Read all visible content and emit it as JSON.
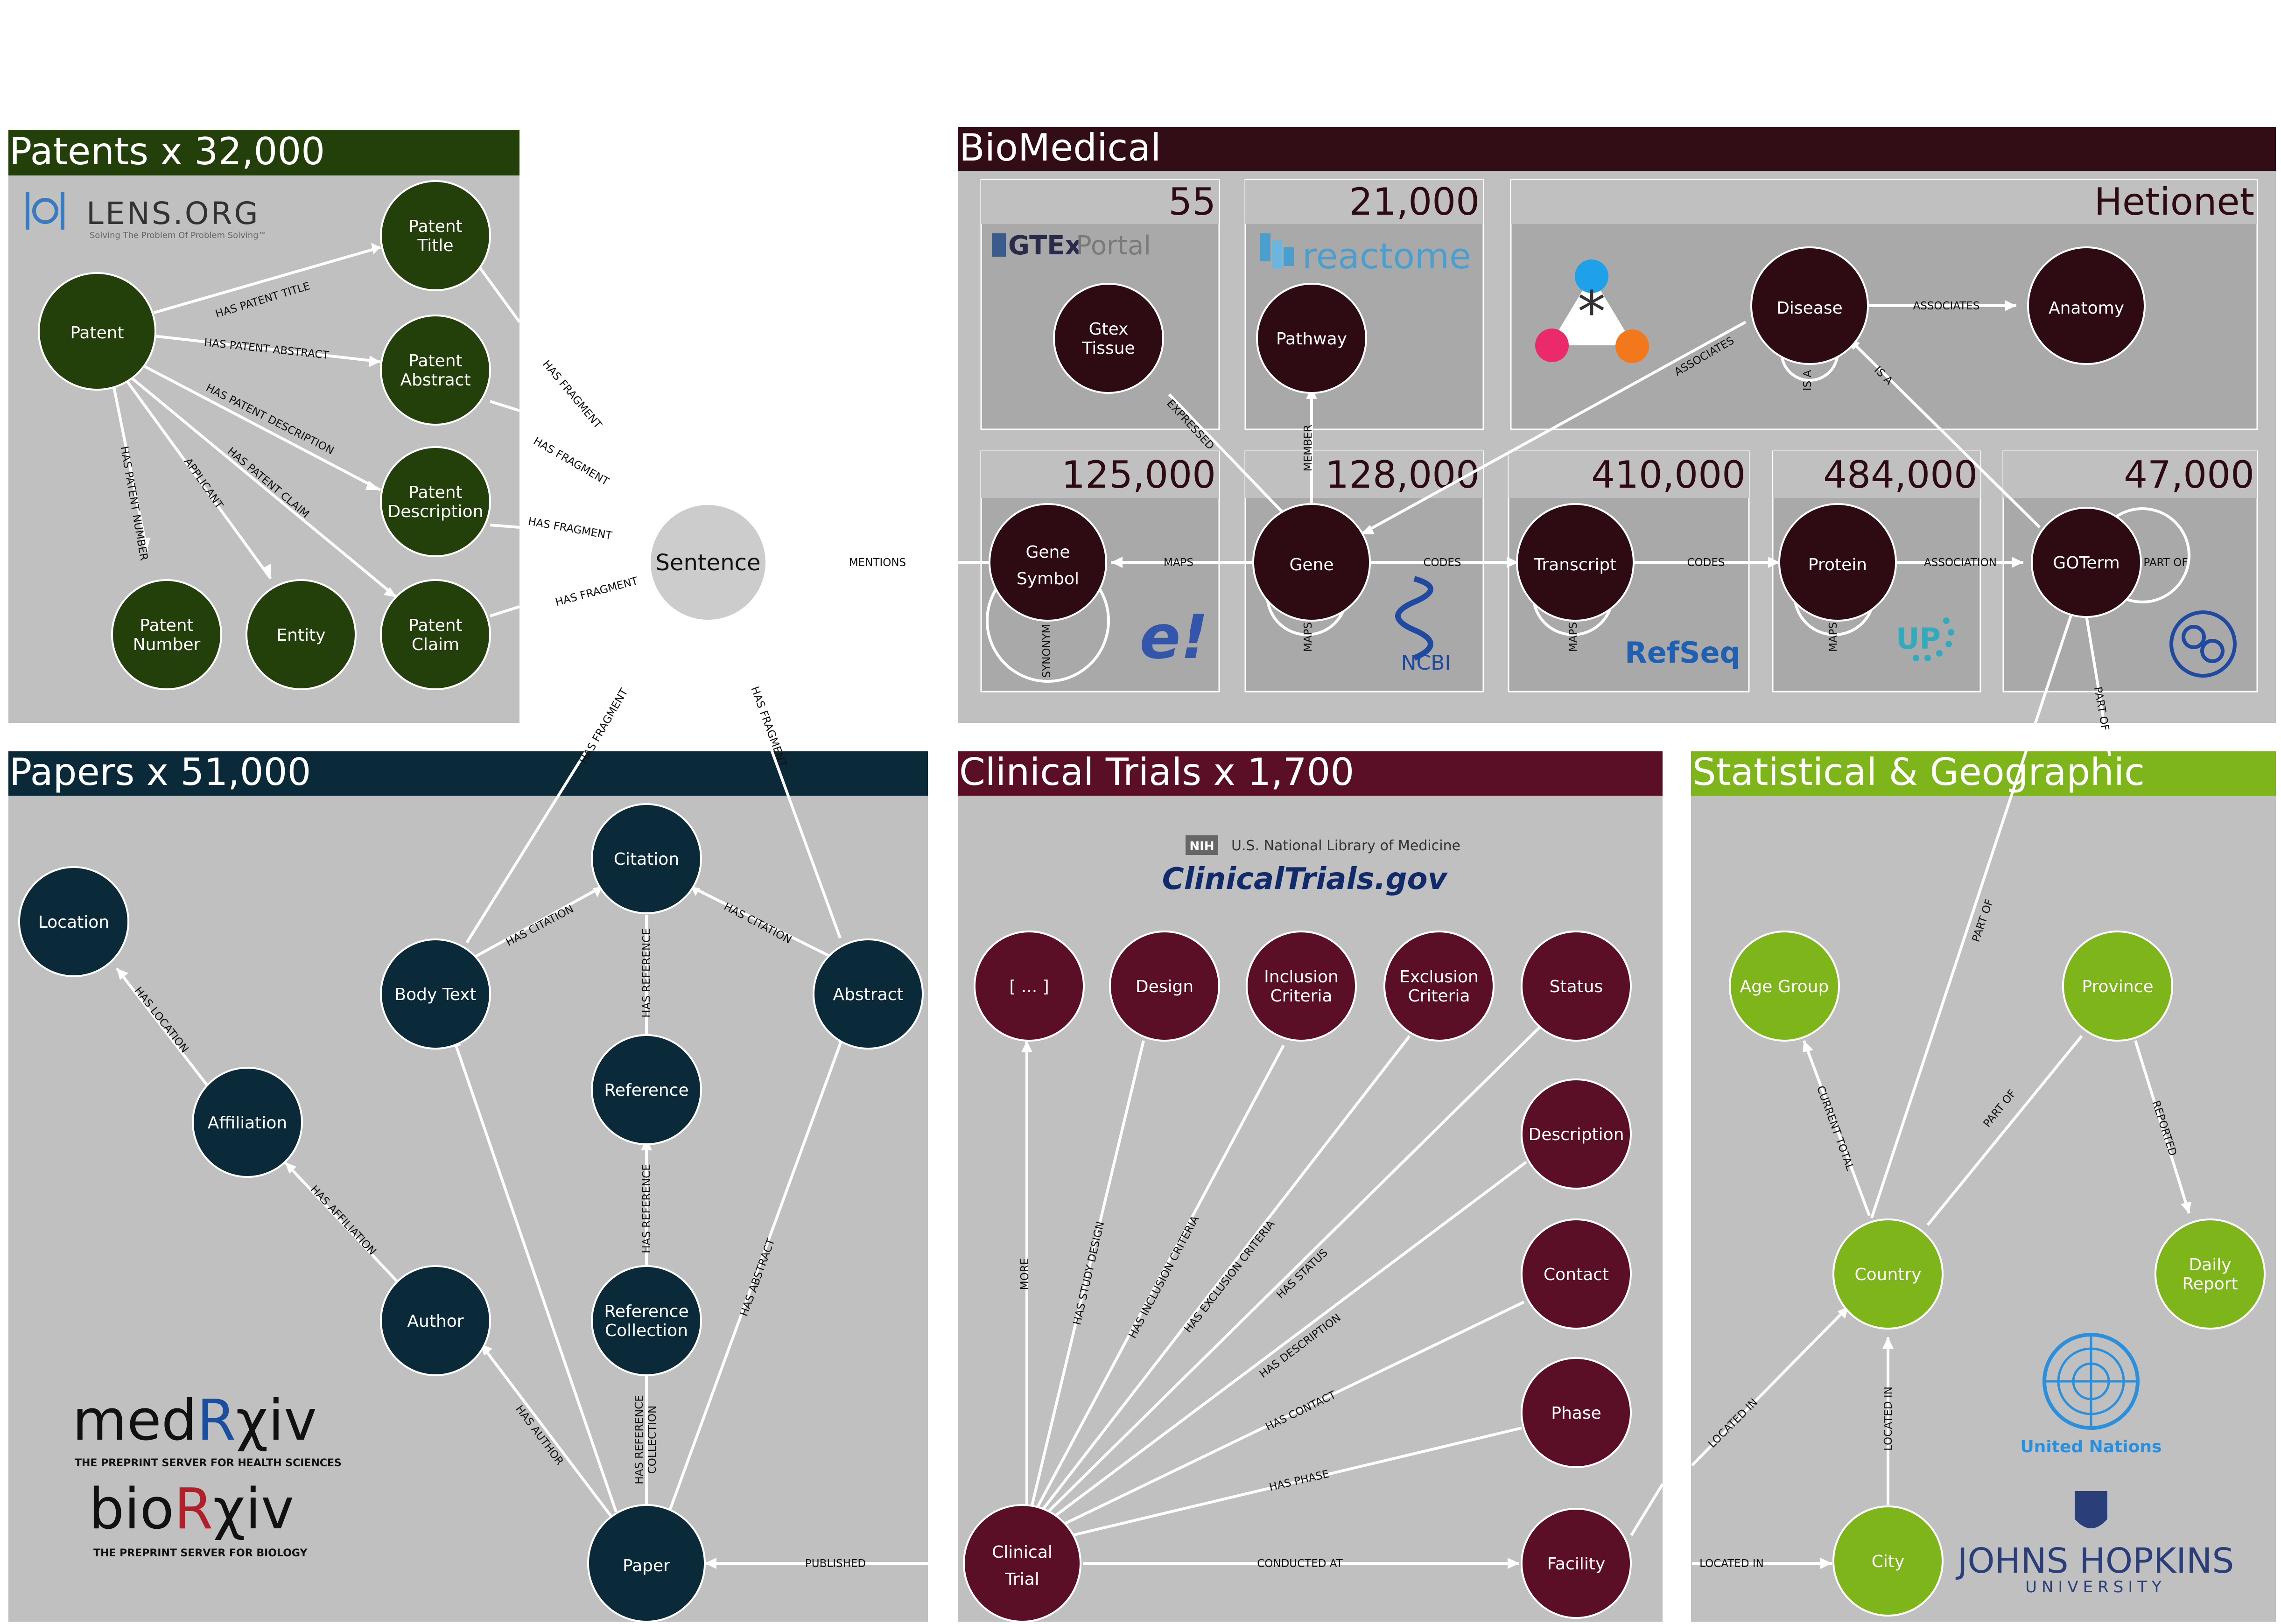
{
  "sections": {
    "patents": {
      "title": "Patents x 32,000",
      "color": "#233f0a"
    },
    "biomedical": {
      "title": "BioMedical",
      "color": "#330d16"
    },
    "papers": {
      "title": "Papers x 51,000",
      "color": "#0a2939"
    },
    "clinical": {
      "title": "Clinical Trials x 1,700",
      "color": "#5a0f27"
    },
    "stats": {
      "title": "Statistical & Geographic",
      "color": "#7db51a"
    }
  },
  "counts": {
    "gtex": "55",
    "reactome": "21,000",
    "hetionet": "Hetionet",
    "gene_symbol": "125,000",
    "gene": "128,000",
    "transcript": "410,000",
    "protein": "484,000",
    "goterm": "47,000"
  },
  "logos": {
    "lens": "LENS.ORG",
    "lens_tagline": "Solving The Problem Of Problem Solving™",
    "gtex_a": "GTEx",
    "gtex_b": "Portal",
    "reactome": "reactome",
    "ensembl": "e!",
    "ncbi": "NCBI",
    "refseq": "RefSeq",
    "uniprot": "UP",
    "nlm": "U.S. National Library of Medicine",
    "nih": "NIH",
    "clinicaltrials": "ClinicalTrials.gov",
    "medrxiv_a": "med",
    "medrxiv_b": "R",
    "medrxiv_c": "χiv",
    "medrxiv_tag": "THE PREPRINT SERVER FOR HEALTH SCIENCES",
    "biorxiv_a": "bio",
    "biorxiv_b": "R",
    "biorxiv_c": "χiv",
    "biorxiv_tag": "THE PREPRINT SERVER FOR BIOLOGY",
    "un": "United Nations",
    "jhu_a": "JOHNS HOPKINS",
    "jhu_b": "UNIVERSITY"
  },
  "nodes": {
    "patent": "Patent",
    "patent_title": [
      "Patent",
      "Title"
    ],
    "patent_abstract": [
      "Patent",
      "Abstract"
    ],
    "patent_description": [
      "Patent",
      "Description"
    ],
    "patent_number": [
      "Patent",
      "Number"
    ],
    "entity": "Entity",
    "patent_claim": [
      "Patent",
      "Claim"
    ],
    "sentence": "Sentence",
    "gtex_tissue": [
      "Gtex",
      "Tissue"
    ],
    "pathway": "Pathway",
    "disease": "Disease",
    "anatomy": "Anatomy",
    "gene_symbol": [
      "Gene",
      "Symbol"
    ],
    "gene": "Gene",
    "transcript": "Transcript",
    "protein": "Protein",
    "goterm": "GOTerm",
    "location": "Location",
    "affiliation": "Affiliation",
    "author": "Author",
    "body_text": "Body Text",
    "citation": "Citation",
    "reference": "Reference",
    "reference_collection": [
      "Reference",
      "Collection"
    ],
    "abstract": "Abstract",
    "paper": "Paper",
    "ellipsis": "[ ... ]",
    "design": "Design",
    "inclusion": [
      "Inclusion",
      "Criteria"
    ],
    "exclusion": [
      "Exclusion",
      "Criteria"
    ],
    "status": "Status",
    "description": "Description",
    "contact": "Contact",
    "phase": "Phase",
    "facility": "Facility",
    "clinical_trial": [
      "Clinical",
      "Trial"
    ],
    "age_group": "Age Group",
    "province": "Province",
    "country": "Country",
    "daily_report": [
      "Daily",
      "Report"
    ],
    "city": "City"
  },
  "edges": {
    "has_patent_title": "HAS PATENT TITLE",
    "has_patent_abstract": "HAS PATENT ABSTRACT",
    "has_patent_description": "HAS PATENT DESCRIPTION",
    "has_patent_claim": "HAS PATENT CLAIM",
    "has_patent_number": "HAS PATENT NUMBER",
    "applicant": "APPLICANT",
    "has_fragment": "HAS FRAGMENT",
    "mentions": "MENTIONS",
    "expressed": "EXPRESSED",
    "member": "MEMBER",
    "associates": "ASSOCIATES",
    "is_a": "IS A",
    "maps": "MAPS",
    "codes": "CODES",
    "association": "ASSOCIATION",
    "part_of": "PART OF",
    "synonym": "SYNONYM",
    "has_location": "HAS LOCATION",
    "has_affiliation": "HAS AFFILIATION",
    "has_author": "HAS AUTHOR",
    "has_citation": "HAS CITATION",
    "has_reference": "HAS REFERENCE",
    "has_reference_collection": [
      "HAS REFERENCE",
      "COLLECTION"
    ],
    "has_abstract": "HAS ABSTRACT",
    "published": "PUBLISHED",
    "more": "MORE",
    "has_study_design": "HAS STUDY DESIGN",
    "has_inclusion_criteria": "HAS INCLUSION CRITERIA",
    "has_exclusion_criteria": "HAS EXCLUSION CRITERIA",
    "has_status": "HAS STATUS",
    "has_description": "HAS DESCRIPTION",
    "has_contact": "HAS CONTACT",
    "has_phase": "HAS PHASE",
    "conducted_at": "CONDUCTED AT",
    "located_in": "LOCATED IN",
    "current_total": "CURRENT TOTAL",
    "reported": "REPORTED"
  }
}
